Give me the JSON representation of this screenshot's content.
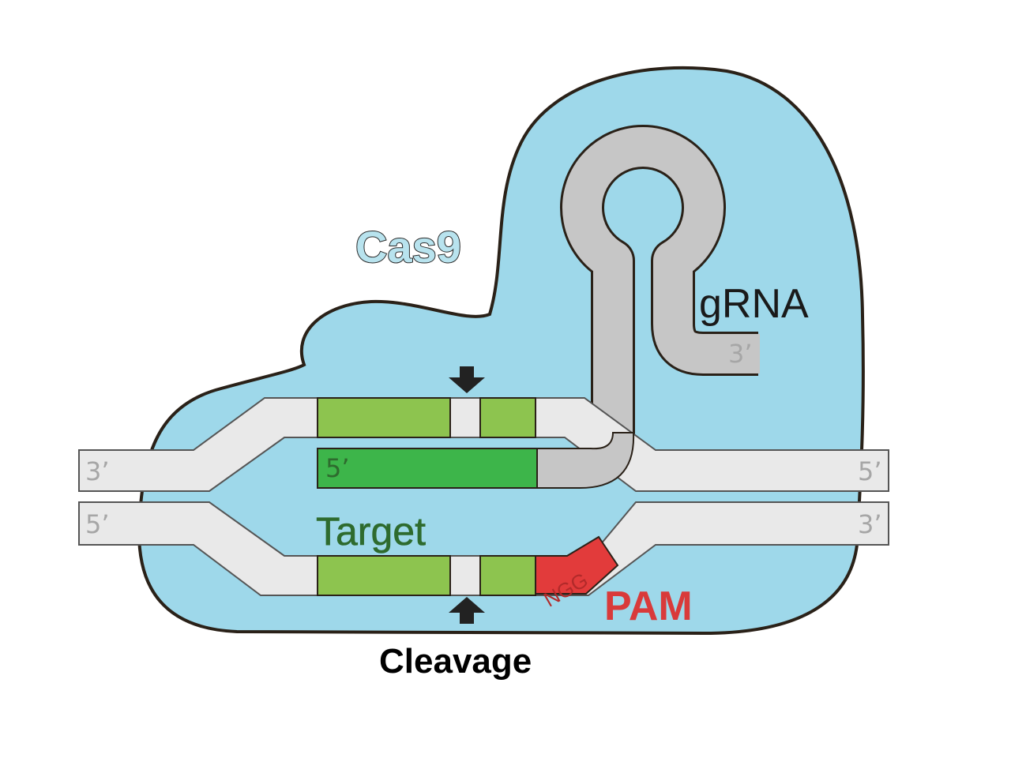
{
  "labels": {
    "protein": "Cas9",
    "guide": "gRNA",
    "target": "Target",
    "pam": "PAM",
    "pam_seq": "NGG",
    "cleavage": "Cleavage"
  },
  "strand_ends": {
    "top_left": "3’",
    "top_right": "5’",
    "bottom_left": "5’",
    "bottom_right": "3’",
    "grna_tail": "3’",
    "grna_spacer": "5’"
  },
  "colors": {
    "cas9_fill": "#9ed8ea",
    "outline": "#2a2118",
    "dna_strand": "#e9e9e9",
    "grna": "#c6c6c6",
    "target_light": "#8dc44f",
    "target_dark": "#3db54a",
    "pam": "#e23b3b",
    "arrow": "#222222"
  }
}
